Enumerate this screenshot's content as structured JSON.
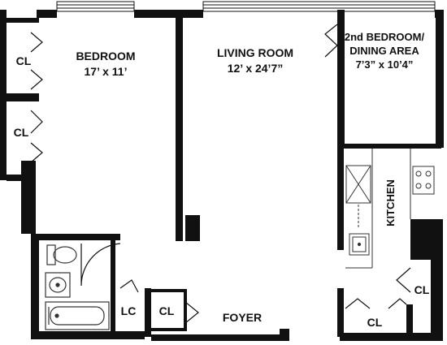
{
  "rooms": {
    "bedroom": {
      "name": "BEDROOM",
      "size": "17’ x 11’"
    },
    "living_room": {
      "name": "LIVING ROOM",
      "size": "12’ x 24’7”"
    },
    "second_bedroom": {
      "line1": "2nd BEDROOM/",
      "line2": "DINING AREA",
      "size": "7’3” x 10’4”"
    },
    "kitchen": {
      "name": "KITCHEN"
    },
    "foyer": {
      "name": "FOYER"
    }
  },
  "closets": {
    "cl_top_left": "CL",
    "cl_mid_left": "CL",
    "cl_foyer": "CL",
    "lc": "LC",
    "cl_right": "CL",
    "cl_bottom_right": "CL"
  },
  "colors": {
    "wall": "#111111",
    "fixture": "#333333",
    "background": "#ffffff"
  }
}
